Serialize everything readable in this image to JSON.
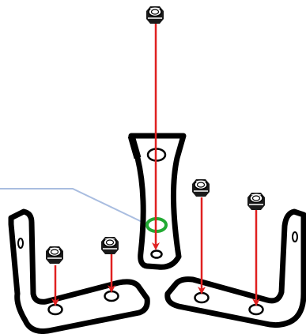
{
  "diagram": {
    "kind": "exploded-assembly",
    "colors": {
      "background": "#ffffff",
      "outline": "#000000",
      "arrow": "#e02020",
      "callout_line": "#a9bde0",
      "highlight_ring": "#22aa33"
    },
    "parts": [
      {
        "name": "center-bracket",
        "type": "bracket"
      },
      {
        "name": "left-angle-bracket",
        "type": "bracket"
      },
      {
        "name": "right-angle-bracket",
        "type": "bracket"
      }
    ],
    "nuts": [
      {
        "name": "nut-center-top"
      },
      {
        "name": "nut-left-1"
      },
      {
        "name": "nut-left-2"
      },
      {
        "name": "nut-right-1"
      },
      {
        "name": "nut-right-2"
      }
    ],
    "callout": {
      "target": "center-bracket-hole",
      "highlight": "green-ring"
    }
  }
}
